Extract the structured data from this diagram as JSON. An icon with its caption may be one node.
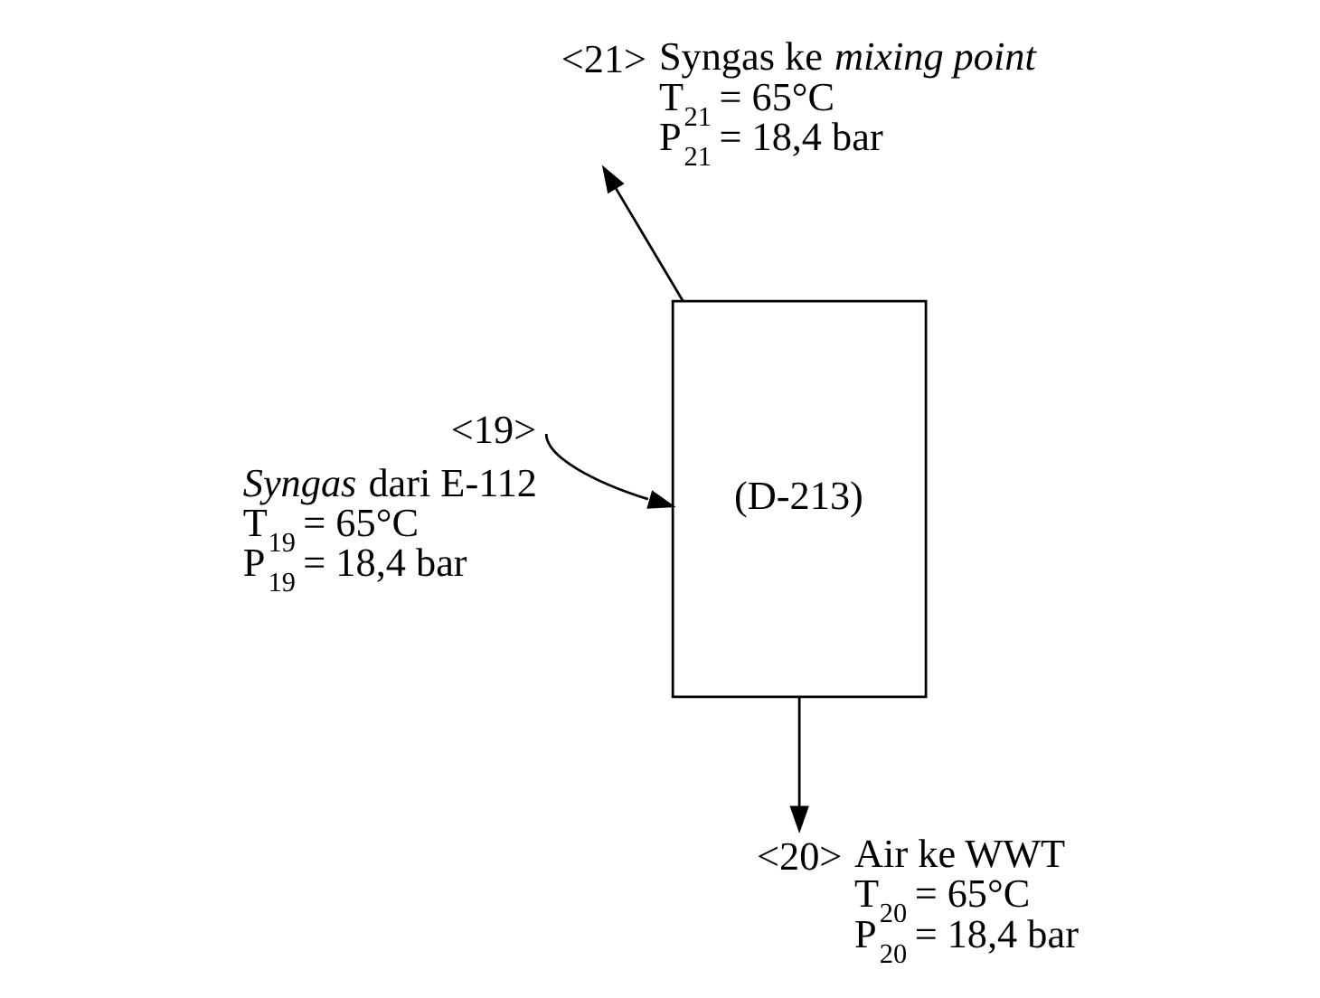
{
  "diagram": {
    "nodes": [
      {
        "text": [
          "(D-213)"
        ]
      },
      {
        "text": [
          "<19>"
        ],
        "beside": [
          "*Syngas* dari E-112",
          "T$_{19}$ = 65°C",
          "P$_{19}$ = 18,4 bar"
        ]
      },
      {
        "text": [
          "<21>"
        ],
        "beside": [
          "Syngas ke *mixing point*",
          "T$_{21}$ = 65°C",
          "P$_{21}$ = 18,4 bar"
        ]
      },
      {
        "text": [
          "<20>"
        ],
        "beside": [
          "Air ke WWT",
          "T$_{20}$ = 65°C",
          "P$_{20}$ = 18,4 bar"
        ]
      }
    ],
    "edges": [
      {
        "from": 1,
        "to": 0,
        "arrow": "to"
      },
      {
        "from": 0,
        "to": 2,
        "arrow": "to"
      },
      {
        "from": 0,
        "to": 3,
        "arrow": "to"
      }
    ]
  }
}
